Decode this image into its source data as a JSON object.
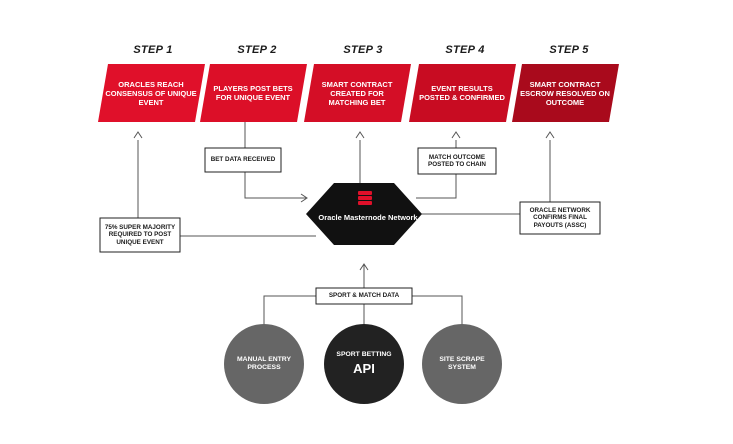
{
  "steps": [
    {
      "title": "STEP 1",
      "label": "ORACLES REACH CONSENSUS OF UNIQUE EVENT",
      "color": "#e0102a"
    },
    {
      "title": "STEP 2",
      "label": "PLAYERS POST BETS FOR UNIQUE EVENT",
      "color": "#dc0f28"
    },
    {
      "title": "STEP 3",
      "label": "SMART CONTRACT CREATED FOR MATCHING BET",
      "color": "#d40e26"
    },
    {
      "title": "STEP 4",
      "label": "EVENT RESULTS POSTED & CONFIRMED",
      "color": "#c80c22"
    },
    {
      "title": "STEP 5",
      "label": "SMART CONTRACT ESCROW RESOLVED ON OUTCOME",
      "color": "#a90a1c"
    }
  ],
  "boxes": {
    "bet_data": "BET DATA RECEIVED",
    "match_outcome": "MATCH OUTCOME POSTED TO CHAIN",
    "super_majority": "75% SUPER MAJORITY REQUIRED TO POST UNIQUE EVENT",
    "payouts": "ORACLE NETWORK CONFIRMS FINAL PAYOUTS (ASSC)",
    "sport_match": "SPORT & MATCH DATA"
  },
  "hub": {
    "label": "Oracle Masternode Network",
    "icon": "server-stack-icon",
    "icon_color": "#e0102a"
  },
  "sources": {
    "manual": "MANUAL ENTRY PROCESS",
    "api_small": "SPORT BETTING",
    "api_big": "API",
    "scrape": "SITE SCRAPE SYSTEM"
  },
  "colors": {
    "hub": "#111111",
    "circle_gray": "#666666",
    "circle_dark": "#222222",
    "connector": "#555555"
  }
}
